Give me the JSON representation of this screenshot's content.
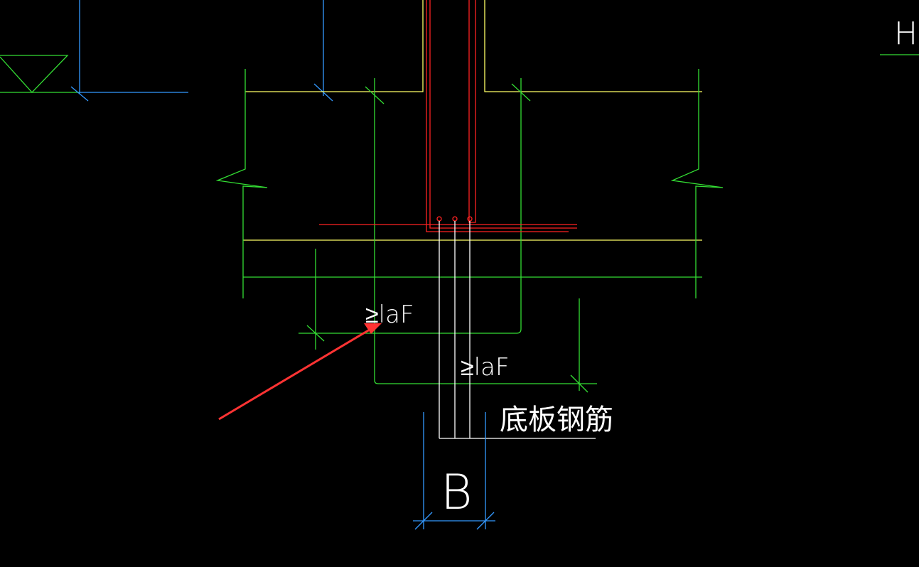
{
  "drawing": {
    "background_color": "#000000",
    "colors": {
      "yellow": "#ffff66",
      "green": "#33dd33",
      "blue": "#3399ff",
      "red": "#ff2222",
      "white": "#ffffff",
      "arrow": "#ff3333"
    },
    "labels": {
      "anchor_upper": "≥laF",
      "anchor_lower": "≥laF",
      "bottom_slab_rebar": "底板钢筋",
      "dimension_b": "B",
      "corner_label": "H"
    }
  }
}
